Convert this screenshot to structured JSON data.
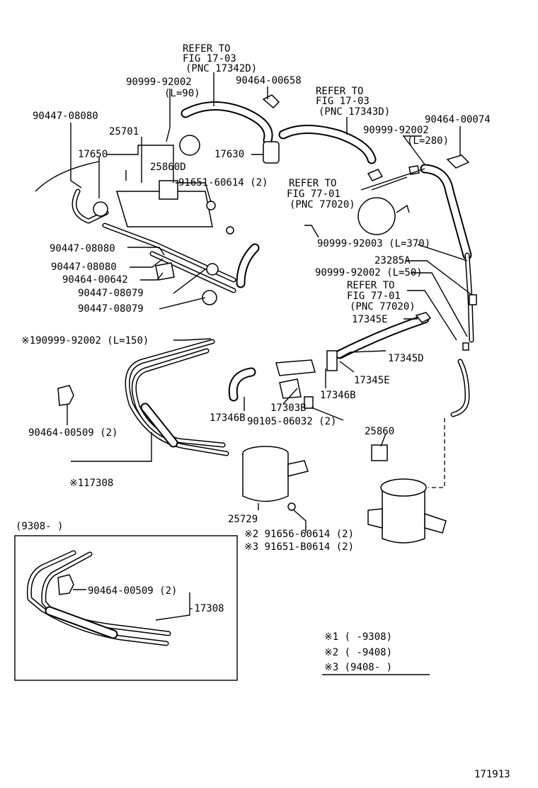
{
  "labels": {
    "refer_fig_17_03_a": [
      "REFER TO",
      "FIG 17-03",
      "(PNC 17342D)"
    ],
    "refer_fig_17_03_b": [
      "REFER TO",
      "FIG 17-03",
      "(PNC 17343D)"
    ],
    "refer_fig_77_01_a": [
      "REFER TO",
      "FIG 77-01",
      "(PNC 77020)"
    ],
    "refer_fig_77_01_b": [
      "REFER TO",
      "FIG 77-01",
      "(PNC 77020)"
    ],
    "p_90999_92002_l90": [
      "90999-92002",
      "(L=90)"
    ],
    "p_90464_00658": "90464-00658",
    "p_90447_08080_top": "90447-08080",
    "p_25701": "25701",
    "p_17650": "17650",
    "p_25860D": "25860D",
    "p_17630": "17630",
    "p_90999_92002_l280": [
      "90999-92002",
      "(L=280)"
    ],
    "p_90464_00074": "90464-00074",
    "p_91651_60614": "91651-60614 (2)",
    "p_90999_92003": "90999-92003 (L=370)",
    "p_23285A": "23285A",
    "p_90999_92002_l50": "90999-92002 (L=50)",
    "p_90447_08080_a": "90447-08080",
    "p_90447_08080_b": "90447-08080",
    "p_90464_00642": "90464-00642",
    "p_90447_08079_a": "90447-08079",
    "p_90447_08079_b": "90447-08079",
    "p_17345E_a": "17345E",
    "p_17345D": "17345D",
    "p_190999": "※190999-92002 (L=150)",
    "p_17345E_b": "17345E",
    "p_17346B_a": "17346B",
    "p_17346B_b": "17346B",
    "p_17303B": "17303B",
    "p_90105": "90105-06032 (2)",
    "p_90464_00509": "90464-00509 (2)",
    "p_25860": "25860",
    "p_117308": "※117308",
    "p_25729": "25729",
    "p_91656": "※2 91656-60614 (2)",
    "p_91651_B0614": "※3 91651-B0614 (2)",
    "inset_range": "(9308-      )",
    "inset_clip": "90464-00509 (2)",
    "inset_hose": "-17308",
    "notes": [
      "※1 (      -9308)",
      "※2 (      -9408)",
      "※3 (9408-      )"
    ],
    "figure_number": "171913"
  }
}
